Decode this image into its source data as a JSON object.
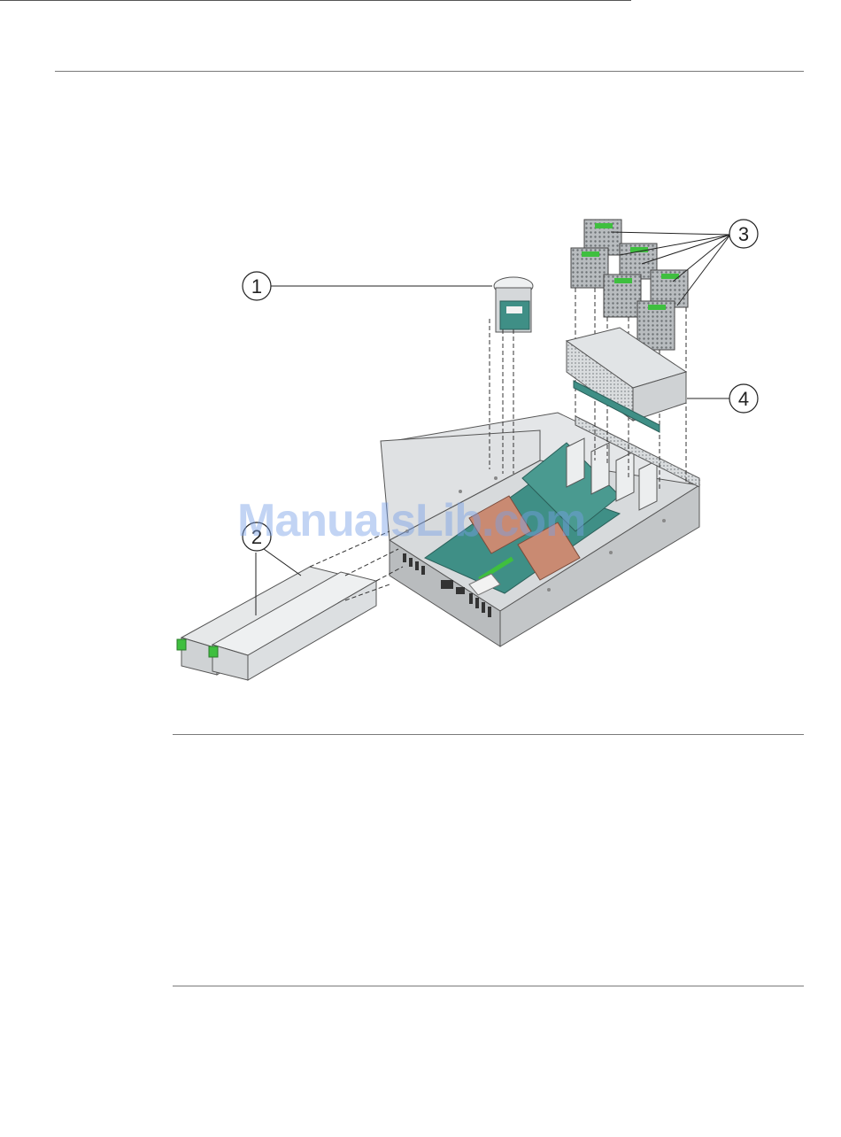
{
  "figure": {
    "callouts": [
      "1",
      "2",
      "3",
      "4"
    ]
  },
  "watermark": "ManualsLib.com",
  "colors": {
    "latch_green": "#3fbf3f",
    "board_teal": "#3f8f86",
    "heatsink_copper": "#c98a72",
    "chassis_gray": "#cfd2d4"
  }
}
